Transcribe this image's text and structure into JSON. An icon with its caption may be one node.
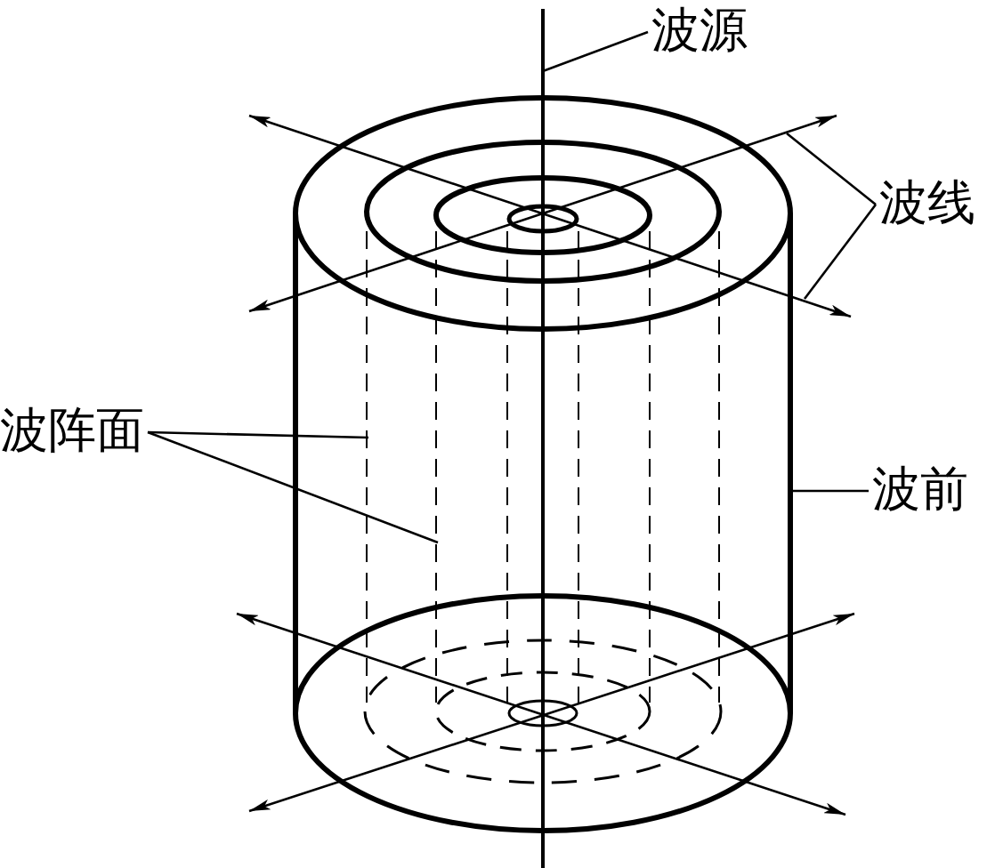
{
  "diagram": {
    "nodes": [
      {
        "text": [
          "波源"
        ]
      },
      {
        "text": [
          "波线"
        ]
      },
      {
        "text": [
          "波阵面"
        ]
      },
      {
        "text": [
          "波前"
        ]
      }
    ],
    "edges": [
      {
        "from": 0,
        "to": null,
        "arrow": "none"
      },
      {
        "from": 1,
        "to": null,
        "arrow": "none"
      },
      {
        "from": 1,
        "to": null,
        "arrow": "none"
      },
      {
        "from": 2,
        "to": null,
        "arrow": "none"
      },
      {
        "from": 2,
        "to": null,
        "arrow": "none"
      },
      {
        "from": 3,
        "to": null,
        "arrow": "none"
      }
    ]
  }
}
